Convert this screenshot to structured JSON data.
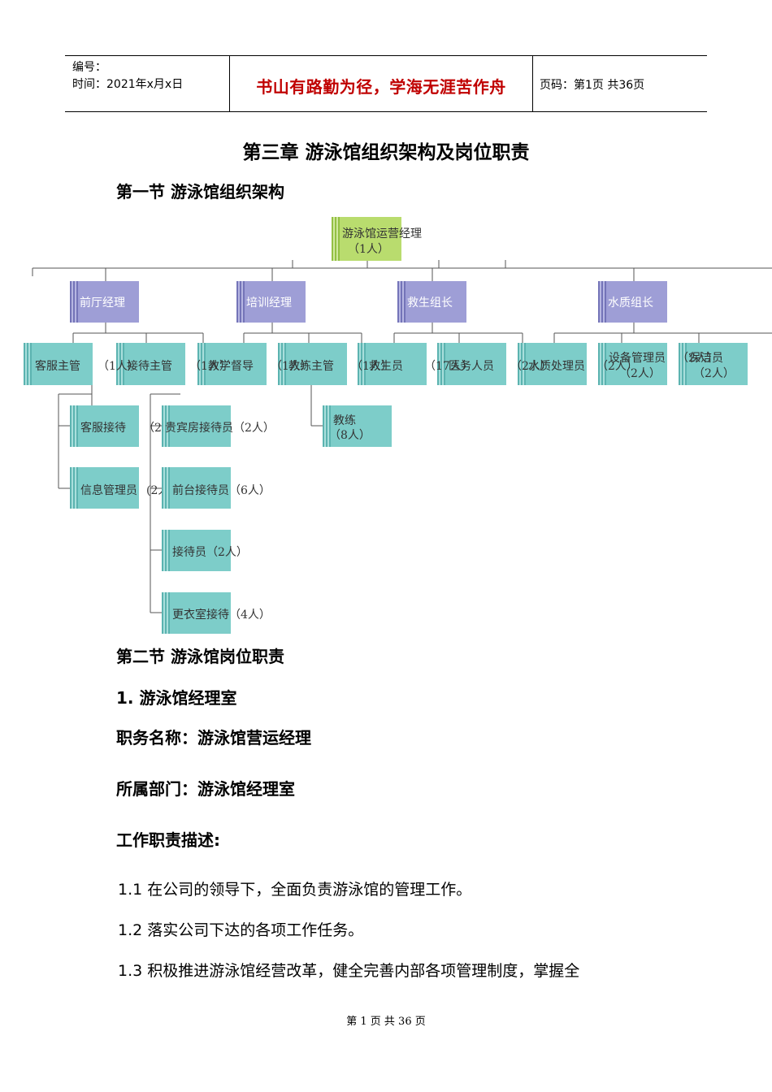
{
  "header": {
    "number_label": "编号：",
    "date_label": "时间：2021年x月x日",
    "motto": "书山有路勤为径，学海无涯苦作舟",
    "page_info": "页码：第1页  共36页"
  },
  "chapter_title": "第三章 游泳馆组织架构及岗位职责",
  "section1_title": "第一节 游泳馆组织架构",
  "org_chart": {
    "root": {
      "title": "游泳馆运营经理",
      "count": "（1人）"
    },
    "departments": [
      "前厅经理",
      "培训经理",
      "救生组长",
      "水质组长"
    ],
    "level2": [
      "客服主管",
      "（1人）",
      "接待主管",
      "（1人）",
      "教学督导",
      "（1人）",
      "教练主管",
      "（1人）",
      "救生员",
      "（17人）",
      "医务人员",
      "（2人）",
      "水质处理员",
      "（2人）",
      "设备管理员",
      "（2人）",
      "保洁员",
      "（2人）",
      "（2人）"
    ],
    "level3": {
      "kefu_reception": "客服接待",
      "kefu_reception_count": "（2人）",
      "info_manager": "信息管理员",
      "info_manager_count": "(2人)",
      "vip_reception": "贵宾房接待员（2人）",
      "front_desk": "前台接待员（6人）",
      "receptionist": "接待员（2人）",
      "locker_room": "更衣室接待（4人）",
      "coach": "教练",
      "coach_count": "（8人）"
    }
  },
  "section2_title": "第二节 游泳馆岗位职责",
  "subsection": "1. 游泳馆经理室",
  "job_name": "职务名称：游泳馆营运经理",
  "department": "所属部门：游泳馆经理室",
  "duty_title": "工作职责描述:",
  "duties": [
    "1.1 在公司的领导下，全面负责游泳馆的管理工作。",
    "1.2 落实公司下达的各项工作任务。",
    "1.3 积极推进游泳馆经营改革，健全完善内部各项管理制度，掌握全"
  ],
  "footer": "第 1 页 共 36 页"
}
